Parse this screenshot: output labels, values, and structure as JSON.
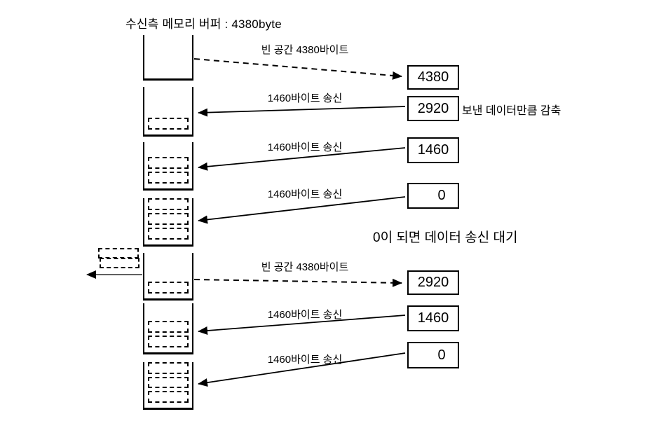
{
  "title": "수신측 메모리 버퍼 : 4380byte",
  "notes": {
    "sent_reduction": "보낸 데이터만큼 감축",
    "zero_wait": "0이 되면 데이터 송신 대기"
  },
  "colors": {
    "line": "#000000",
    "background": "#ffffff"
  },
  "unit_bytes_per_segment": 1460,
  "rows": [
    {
      "label": "빈 공간 4380바이트",
      "window_size": "4380",
      "arrow": "dashed-window-advertise",
      "buffer_segments": 0
    },
    {
      "label": "1460바이트 송신",
      "window_size": "2920",
      "arrow": "solid-data-send",
      "buffer_segments": 1
    },
    {
      "label": "1460바이트 송신",
      "window_size": "1460",
      "arrow": "solid-data-send",
      "buffer_segments": 2
    },
    {
      "label": "1460바이트 송신",
      "window_size": "0",
      "arrow": "solid-data-send",
      "buffer_segments": 3
    },
    {
      "label": "빈 공간 4380바이트",
      "window_size": "2920",
      "arrow": "dashed-window-advertise",
      "buffer_segments": 1,
      "consumed_segments": 2
    },
    {
      "label": "1460바이트 송신",
      "window_size": "1460",
      "arrow": "solid-data-send",
      "buffer_segments": 2
    },
    {
      "label": "1460바이트 송신",
      "window_size": "0",
      "arrow": "solid-data-send",
      "buffer_segments": 3
    }
  ]
}
